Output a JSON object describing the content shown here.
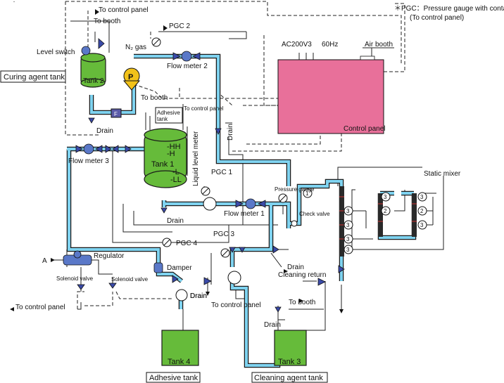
{
  "note": {
    "line1": "＊PGC：Pressure gauge with contact",
    "line2": "(To control panel)"
  },
  "labels": {
    "to_control_panel_top": "To control panel",
    "to_booth_top": "To booth",
    "pgc2": "PGC 2",
    "level_switch": "Level switch",
    "n2_gas": "N₂ gas",
    "curing_agent_tank": "Curing agent tank",
    "tank2": "Tank 2",
    "flow_meter_2": "Flow meter 2",
    "power": "AC200V3",
    "hz": "60Hz",
    "air_booth": "Air booth",
    "pump_letter": "P",
    "filter_letter": "F",
    "to_booth_mid": "To booth",
    "adhesive_tank_small_1": "Adhesive",
    "adhesive_tank_small_2": "tank",
    "to_control_panel_mid": "To control panel",
    "drain_left": "Drain",
    "drain_vertical": "Drain",
    "control_panel": "Control panel",
    "hh": "-HH",
    "h": "-H",
    "tank1": "Tank 1",
    "l": "-L",
    "ll": "-LL",
    "liquid_level_meter": "Liquid level meter",
    "flow_meter_3": "Flow meter 3",
    "pgc1": "PGC 1",
    "pressure_gauge": "Pressure gauge",
    "flow_meter_1": "Flow meter 1",
    "drain_tank1": "Drain",
    "check_valve": "Check valve",
    "static_mixer": "Static mixer",
    "pgc3": "PGC 3",
    "regulator": "Regulator",
    "pgc4": "PGC 4",
    "a_label": "A",
    "damper": "Damper",
    "drain_mid": "Drain",
    "cleaning_return": "Cleaning return",
    "solenoid_valve_1": "Solenoid valve",
    "solenoid_valve_2": "Solenoid valve",
    "drain_tank4": "Drain",
    "to_control_panel_low": "To control panel",
    "to_control_panel_left": "To control panel",
    "to_booth_low": "To booth",
    "drain_low": "Drain",
    "tank4": "Tank 4",
    "tank3": "Tank 3",
    "adhesive_tank_bottom": "Adhesive tank",
    "cleaning_agent_tank": "Cleaning agent tank"
  },
  "mixer_numbers": [
    "1",
    "2",
    "2",
    "3",
    "3",
    "3",
    "3",
    "3",
    "3",
    "3"
  ],
  "colors": {
    "pipe": "#7fd3f0",
    "tank": "#66bb3a",
    "control_panel": "#e8709a",
    "pump_yellow": "#f2c21a",
    "valve_blue": "#3a4aa8"
  }
}
